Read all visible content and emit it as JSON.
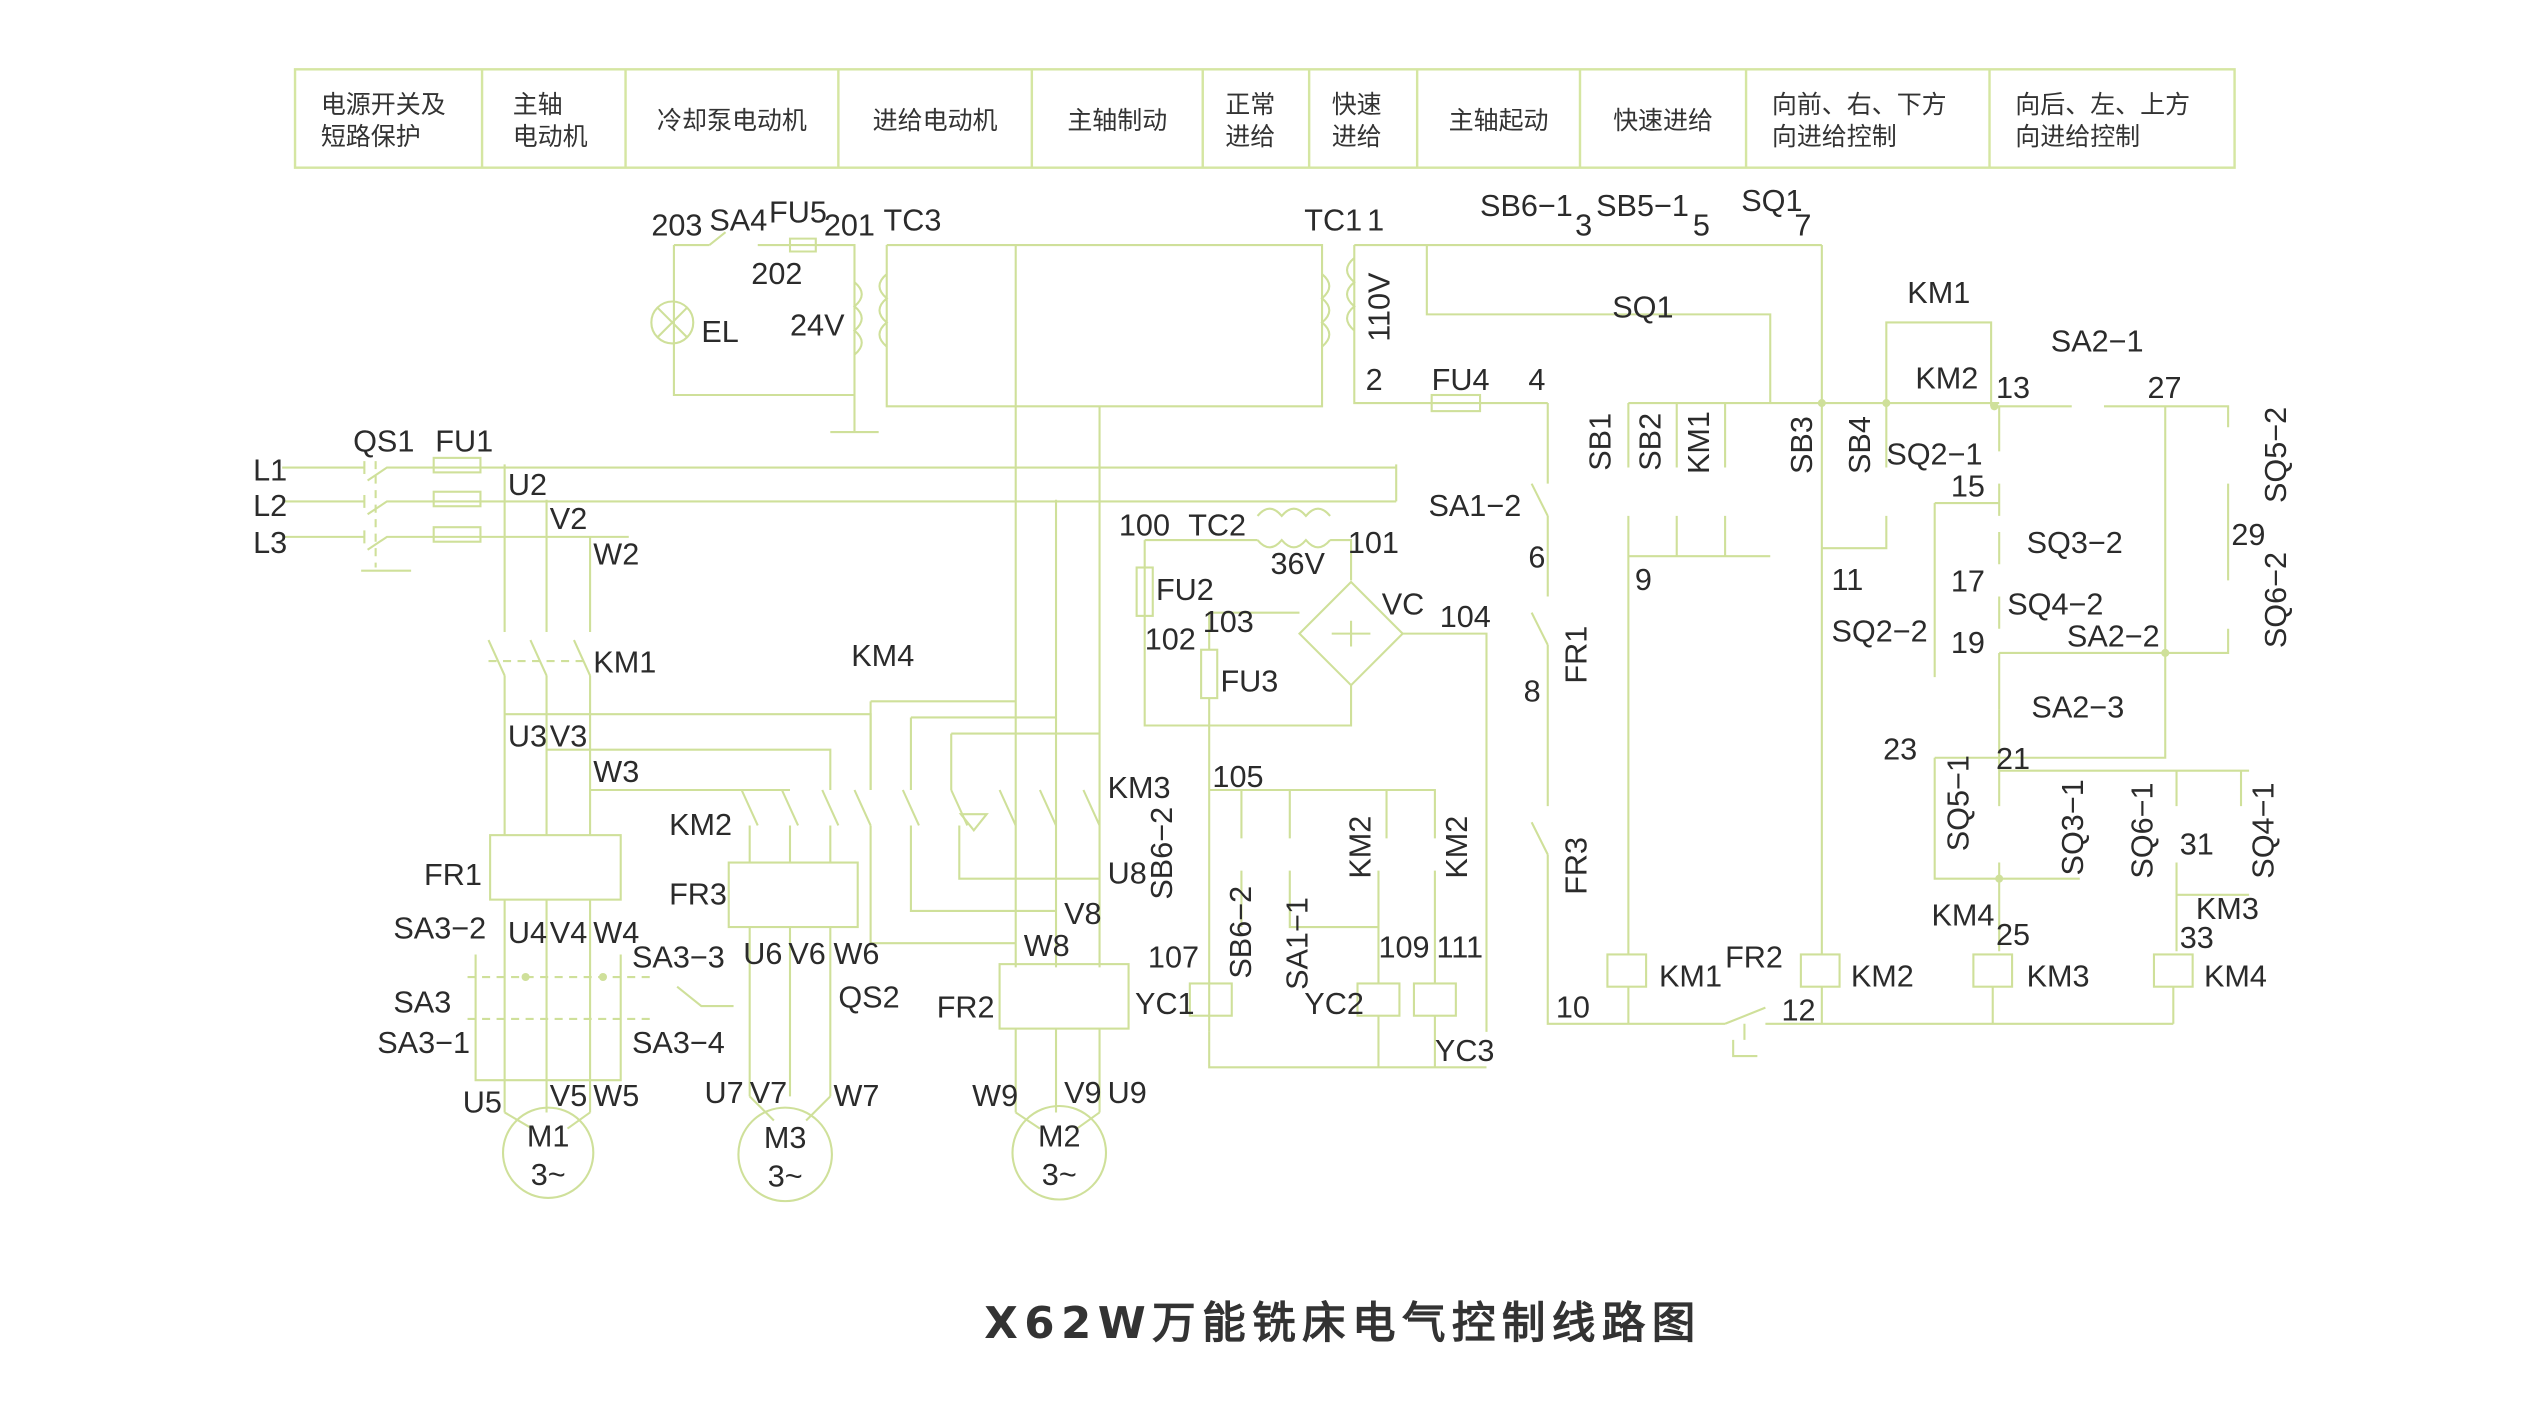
{
  "header_columns": [
    [
      "电源开关及",
      "短路保护"
    ],
    [
      "主轴",
      "电动机"
    ],
    [
      "冷却泵电动机"
    ],
    [
      "进给电动机"
    ],
    [
      "主轴制动"
    ],
    [
      "正常",
      "进给"
    ],
    [
      "快速",
      "进给"
    ],
    [
      "主轴起动"
    ],
    [
      "快速进给"
    ],
    [
      "向前、右、下方",
      "向进给控制"
    ],
    [
      "向后、左、上方",
      "向进给控制"
    ]
  ],
  "labels": [
    "203",
    "SA4",
    "FU5",
    "201",
    "TC3",
    "202",
    "EL",
    "24V",
    "TC1",
    "1",
    "SB6−1",
    "3",
    "SB5−1",
    "5",
    "SQ1",
    "7",
    "110V",
    "2",
    "FU4",
    "4",
    "SQ1",
    "KM1",
    "SA2−1",
    "KM2",
    "13",
    "27",
    "L1",
    "L2",
    "L3",
    "QS1",
    "FU1",
    "U2",
    "V2",
    "W2",
    "SA1−2",
    "SB1",
    "SB2",
    "KM1",
    "SB3",
    "SB4",
    "SQ2−1",
    "15",
    "SQ5−2",
    "100",
    "TC2",
    "101",
    "36V",
    "6",
    "9",
    "11",
    "SQ3−2",
    "29",
    "FU2",
    "103",
    "102",
    "VC",
    "104",
    "17",
    "SQ4−2",
    "SQ2−2",
    "19",
    "SA2−2",
    "SQ6−2",
    "KM1",
    "KM4",
    "FU3",
    "FR1",
    "8",
    "SA2−3",
    "U3",
    "V3",
    "W3",
    "105",
    "KM3",
    "23",
    "21",
    "KM2",
    "SB6−2",
    "U8",
    "KM2",
    "KM2",
    "FR3",
    "SQ5−1",
    "SQ3−1",
    "SQ6−1",
    "31",
    "SQ4−1",
    "FR1",
    "FR3",
    "SB6−2",
    "SA1−1",
    "V8",
    "KM4",
    "KM3",
    "25",
    "33",
    "SA3−2",
    "U4",
    "V4",
    "W4",
    "SA3−3",
    "U6",
    "V6",
    "W6",
    "W8",
    "107",
    "109",
    "111",
    "FR2",
    "KM1",
    "KM2",
    "KM3",
    "KM4",
    "12",
    "SA3",
    "QS2",
    "FR2",
    "YC1",
    "YC2",
    "10",
    "SA3−1",
    "SA3−4",
    "YC3",
    "U5",
    "V5",
    "W5",
    "U7",
    "V7",
    "W7",
    "W9",
    "V9",
    "U9"
  ],
  "motors": [
    {
      "name": "M1",
      "phase": "3~"
    },
    {
      "name": "M3",
      "phase": "3~"
    },
    {
      "name": "M2",
      "phase": "3~"
    }
  ],
  "title": "X62W万能铣床电气控制线路图",
  "colors": {
    "wire": "#cfe09a",
    "text": "#2b2b2b"
  }
}
